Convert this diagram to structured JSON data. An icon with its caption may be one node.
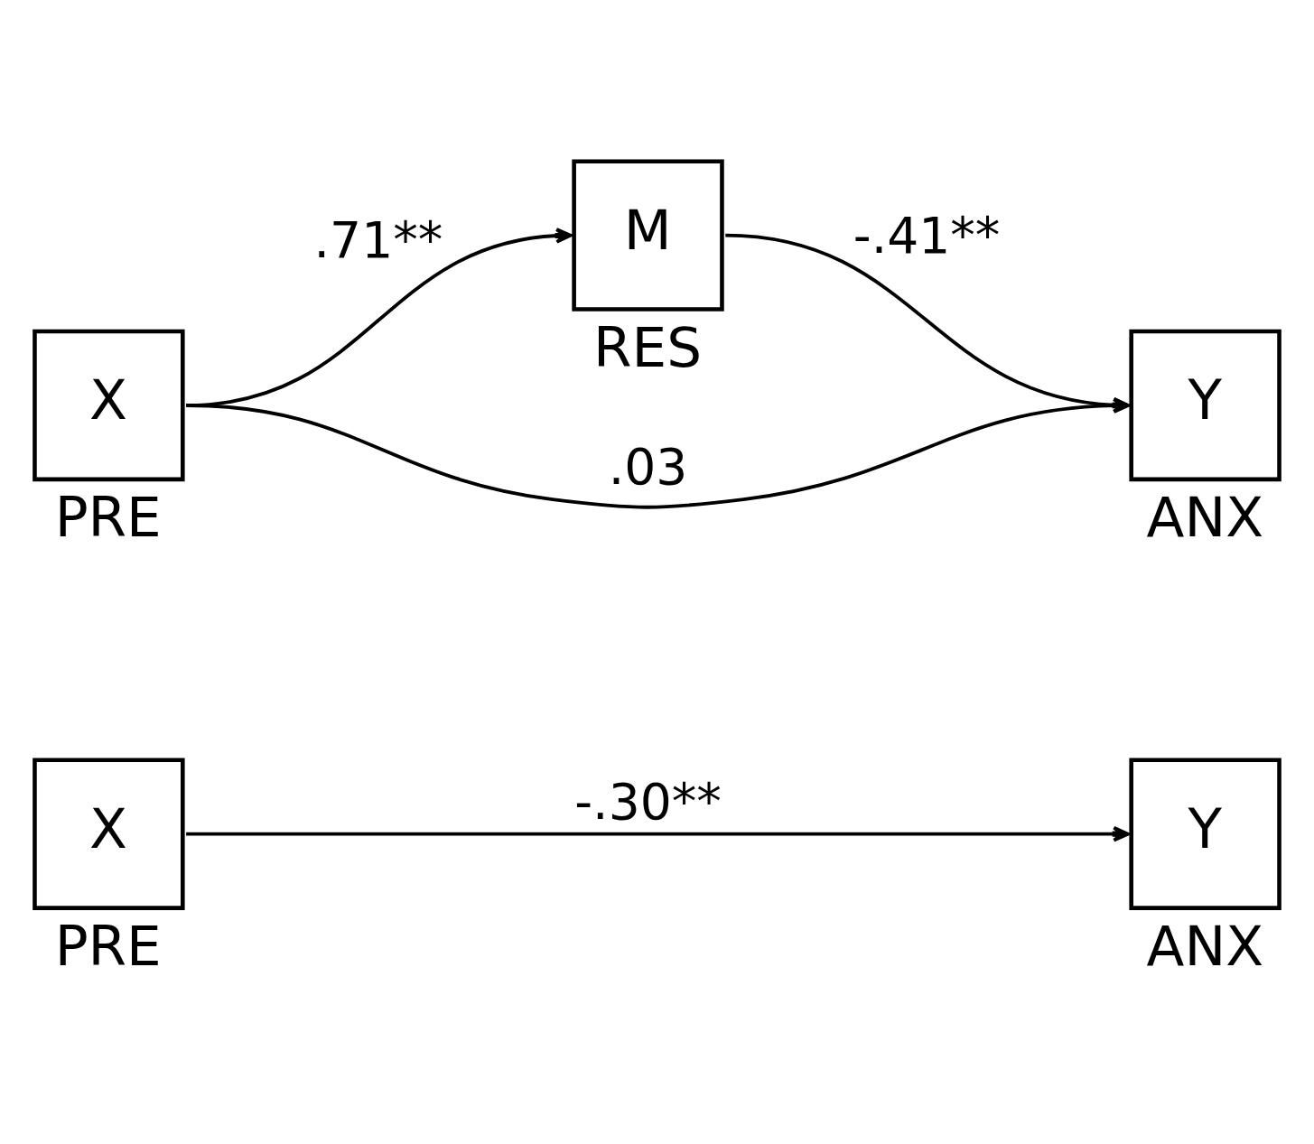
{
  "diagram": {
    "nodes": [
      {
        "text": [
          "X"
        ],
        "beside": [
          "PRE"
        ]
      },
      {
        "text": [
          "Y"
        ],
        "beside": [
          "ANX"
        ]
      },
      {
        "text": [
          "M"
        ],
        "beside": [
          "RES"
        ]
      },
      {
        "text": [
          "X"
        ],
        "beside": [
          "PRE"
        ]
      },
      {
        "text": [
          "Y"
        ],
        "beside": [
          "ANX"
        ]
      }
    ],
    "edges": [
      {
        "from": 0,
        "to": 1,
        "arrow": "to",
        "label": "-.30**"
      },
      {
        "from": 3,
        "to": 2,
        "arrow": "to",
        "label": ".71**"
      },
      {
        "from": 2,
        "to": 4,
        "arrow": "to",
        "label": "-.41**"
      },
      {
        "from": 3,
        "to": 4,
        "arrow": "to",
        "label": ".03"
      }
    ]
  }
}
